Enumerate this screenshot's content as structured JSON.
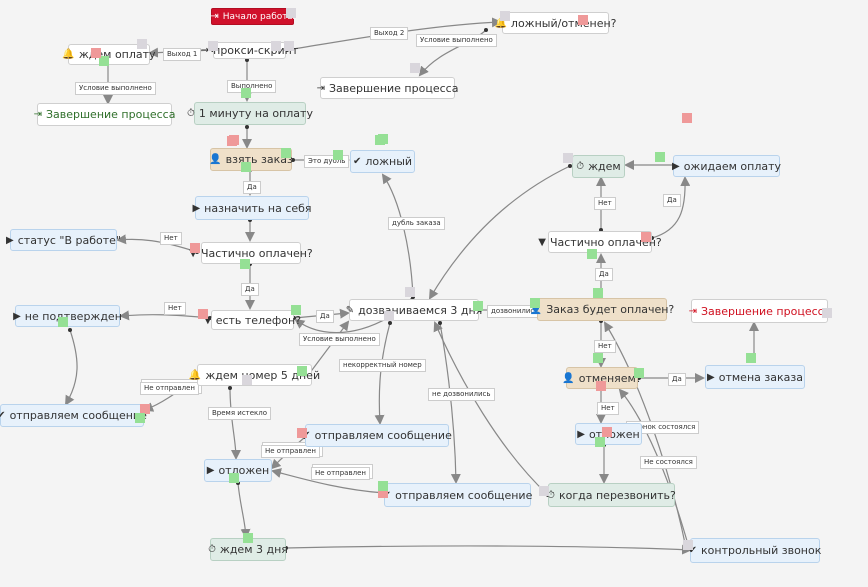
{
  "nodes": [
    {
      "id": "start",
      "text": "Начало работы",
      "icon": "⇥",
      "style": "start"
    },
    {
      "id": "proxy",
      "text": "прокси-скрипт",
      "icon": "→",
      "style": "white"
    },
    {
      "id": "wait_pay",
      "text": "ждем оплату",
      "icon": "🔔",
      "style": "white"
    },
    {
      "id": "finish1",
      "text": "Завершение процесса",
      "icon": "⇥",
      "style": "white fin-green"
    },
    {
      "id": "lozhny_otm",
      "text": "ложный/отменен?",
      "icon": "🔔",
      "style": "white"
    },
    {
      "id": "finish2",
      "text": "Завершение процесса",
      "icon": "⇥",
      "style": "white"
    },
    {
      "id": "one_min",
      "text": "1 минуту на оплату",
      "icon": "⏱",
      "style": "green"
    },
    {
      "id": "take",
      "text": "взять заказ",
      "icon": "👤",
      "style": "tan"
    },
    {
      "id": "false",
      "text": "ложный",
      "icon": "✔",
      "style": "blue"
    },
    {
      "id": "assign",
      "text": "назначить на себя",
      "icon": "▶",
      "style": "blue"
    },
    {
      "id": "status",
      "text": "статус \"В работе\"",
      "icon": "▶",
      "style": "blue"
    },
    {
      "id": "partial1",
      "text": "Частично оплачен?",
      "icon": "▼",
      "style": "white"
    },
    {
      "id": "notconf",
      "text": "не подтвержден",
      "icon": "▶",
      "style": "blue"
    },
    {
      "id": "hasphone",
      "text": "есть телефон?",
      "icon": "▼",
      "style": "white"
    },
    {
      "id": "dial",
      "text": "дозваниваемся 3 дня",
      "icon": "✎",
      "style": "white"
    },
    {
      "id": "will_pay",
      "text": "Заказ будет оплачен?",
      "icon": "👤",
      "style": "tan"
    },
    {
      "id": "wait",
      "text": "ждем",
      "icon": "⏱",
      "style": "green"
    },
    {
      "id": "await_pay",
      "text": "ожидаем оплату",
      "icon": "▶",
      "style": "blue"
    },
    {
      "id": "partial2",
      "text": "Частично оплачен?",
      "icon": "▼",
      "style": "white"
    },
    {
      "id": "finish3",
      "text": "Завершение процесса",
      "icon": "⇥",
      "style": "white fin-red"
    },
    {
      "id": "cancel_q",
      "text": "отменяем?",
      "icon": "👤",
      "style": "tan"
    },
    {
      "id": "cancel",
      "text": "отмена заказа",
      "icon": "▶",
      "style": "blue"
    },
    {
      "id": "postponed_r",
      "text": "отложен",
      "icon": "▶",
      "style": "blue"
    },
    {
      "id": "when_call",
      "text": "когда перезвонить?",
      "icon": "⏱",
      "style": "green"
    },
    {
      "id": "control",
      "text": "контрольный звонок",
      "icon": "✔",
      "style": "blue"
    },
    {
      "id": "send1",
      "text": "отправляем сообщение",
      "icon": "✔",
      "style": "blue"
    },
    {
      "id": "wait5",
      "text": "ждем номер 5 дней",
      "icon": "🔔",
      "style": "white"
    },
    {
      "id": "send2",
      "text": "отправляем сообщение",
      "icon": "✔",
      "style": "blue"
    },
    {
      "id": "postponed_l",
      "text": "отложен",
      "icon": "▶",
      "style": "blue"
    },
    {
      "id": "send3",
      "text": "отправляем сообщение",
      "icon": "✔",
      "style": "blue"
    },
    {
      "id": "wait3",
      "text": "ждем 3 дня",
      "icon": "⏱",
      "style": "green"
    }
  ],
  "edges": [
    {
      "id": "e1",
      "label": "Выход 1"
    },
    {
      "id": "e2",
      "label": "Выход 2"
    },
    {
      "id": "e3",
      "label": "Условие выполнено"
    },
    {
      "id": "e4",
      "label": "Условие выполнено"
    },
    {
      "id": "e5",
      "label": "Выполнено"
    },
    {
      "id": "e6",
      "label": "Это дубль"
    },
    {
      "id": "e7",
      "label": "Да"
    },
    {
      "id": "e8",
      "label": "Нет"
    },
    {
      "id": "e9",
      "label": "Да"
    },
    {
      "id": "e10",
      "label": "Нет"
    },
    {
      "id": "e11",
      "label": "Да"
    },
    {
      "id": "e12",
      "label": "дубль заказа"
    },
    {
      "id": "e13",
      "label": "дозвонились"
    },
    {
      "id": "e14",
      "label": "Условие выполнено"
    },
    {
      "id": "e15",
      "label": "некорректный номер"
    },
    {
      "id": "e16",
      "label": "не дозвонились"
    },
    {
      "id": "e17",
      "label": "Да"
    },
    {
      "id": "e18",
      "label": "Нет"
    },
    {
      "id": "e19",
      "label": "Да"
    },
    {
      "id": "e20",
      "label": "Нет"
    },
    {
      "id": "e21",
      "label": "Да"
    },
    {
      "id": "e22",
      "label": "Нет"
    },
    {
      "id": "e23",
      "label": "Звонок состоялся"
    },
    {
      "id": "e24",
      "label": "Не состоялся"
    },
    {
      "id": "e25",
      "label": "Не отправлен"
    },
    {
      "id": "e26",
      "label": "Время истекло"
    },
    {
      "id": "e27",
      "label": "Не отправлен"
    },
    {
      "id": "e28",
      "label": "Не отправлен"
    }
  ],
  "colors": {
    "edge": "#888888",
    "port_ok": "#95e095",
    "port_fail": "#ef9999",
    "port_in": "#d9d6dc",
    "start": "#d0112b"
  }
}
